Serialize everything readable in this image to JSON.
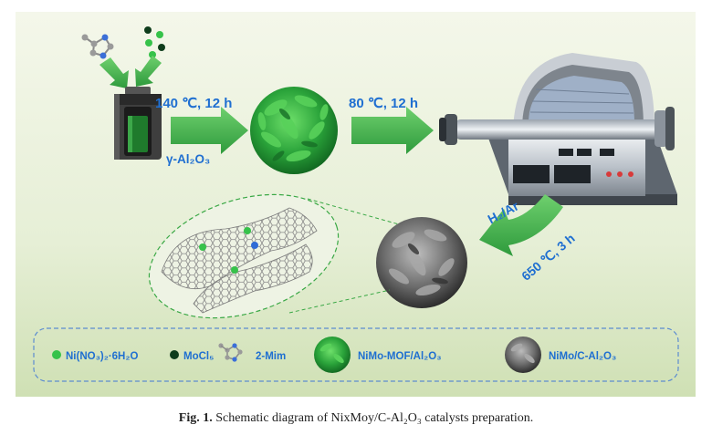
{
  "steps": {
    "step1_temp": "140 ℃, 12 h",
    "step1_support": "γ-Al₂O₃",
    "step2_temp": "80 ℃, 12 h",
    "step3_gas": "H₂/Ar",
    "step3_temp": "650 ℃, 3 h"
  },
  "legend": {
    "ni_salt": "Ni(NO₃)₂·6H₂O",
    "mo_salt": "MoCl₅",
    "linker": "2-Mim",
    "mof": "NiMo-MOF/Al₂O₃",
    "product": "NiMo/C-Al₂O₃"
  },
  "caption": {
    "label": "Fig. 1.",
    "text": "Schematic diagram of NixMoy/C-Al₂O₃ catalysts preparation."
  },
  "colors": {
    "label_blue": "#1f6fd1",
    "arrow_green": "#3aa845",
    "mof_green": "#2e9e3a",
    "carbon_gray": "#6e6e6e",
    "ni_green": "#36c24a",
    "mo_dark": "#0f3d1c"
  }
}
